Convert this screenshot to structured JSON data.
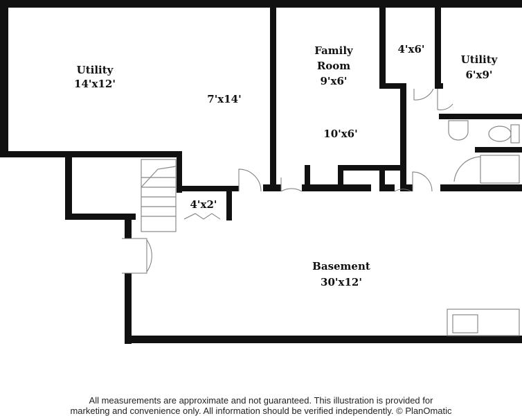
{
  "rooms": {
    "utility_left": {
      "name": "Utility",
      "size": "14'x12'"
    },
    "hall": {
      "size": "7'x14'"
    },
    "family_room": {
      "name_line1": "Family",
      "name_line2": "Room",
      "size": "9'x6'"
    },
    "hall2": {
      "size": "10'x6'"
    },
    "closet_top": {
      "size": "4'x6'"
    },
    "utility_right": {
      "name": "Utility",
      "size": "6'x9'"
    },
    "closet_small": {
      "size": "4'x2'"
    },
    "basement": {
      "name": "Basement",
      "size": "30'x12'"
    }
  },
  "footer": {
    "line1": "All measurements are approximate and not guaranteed. This illustration is provided for",
    "line2": "marketing and convenience only. All information should be verified independently. © PlanOmatic"
  },
  "colors": {
    "wall": "#111111",
    "background": "#ffffff",
    "text": "#111111"
  }
}
